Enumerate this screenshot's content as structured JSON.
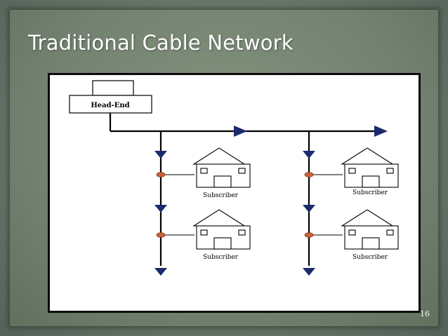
{
  "slide": {
    "title": "Traditional Cable Network",
    "page_number": "16"
  },
  "diagram": {
    "head_end_label": "Head-End",
    "subscribers": [
      {
        "label": "Subscriber"
      },
      {
        "label": "Subscriber"
      },
      {
        "label": "Subscriber"
      },
      {
        "label": "Subscriber"
      }
    ]
  },
  "colors": {
    "line": "#000000",
    "arrow": "#1a2a6c",
    "tap": "#c8603a",
    "house_fill": "#ffffff"
  },
  "icons": [
    "house-icon",
    "arrow-right-icon",
    "arrow-down-icon",
    "tap-node-icon"
  ]
}
